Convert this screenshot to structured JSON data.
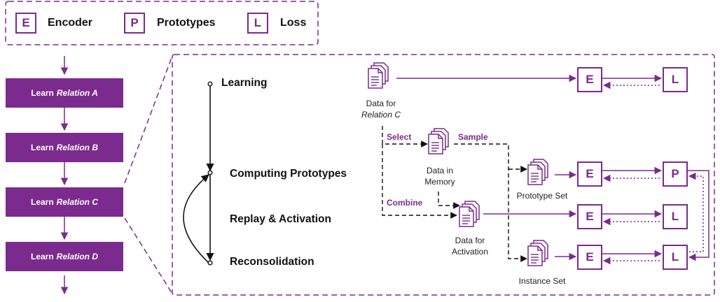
{
  "legend": [
    {
      "letter": "E",
      "label": "Encoder"
    },
    {
      "letter": "P",
      "label": "Prototypes"
    },
    {
      "letter": "L",
      "label": "Loss"
    }
  ],
  "steps": [
    {
      "prefix": "Learn",
      "relation": "Relation A"
    },
    {
      "prefix": "Learn",
      "relation": "Relation B"
    },
    {
      "prefix": "Learn",
      "relation": "Relation C"
    },
    {
      "prefix": "Learn",
      "relation": "Relation D"
    }
  ],
  "phases": {
    "learning": "Learning",
    "computing": "Computing Prototypes",
    "replay": "Replay & Activation",
    "reconsolidation": "Reconsolidation"
  },
  "data": {
    "data_for": "Data for",
    "relation_c": "Relation C",
    "memory_line1": "Data in",
    "memory_line2": "Memory",
    "activation_line1": "Data for",
    "activation_line2": "Activation",
    "prototype_set": "Prototype Set",
    "instance_set": "Instance Set"
  },
  "flow": {
    "select": "Select",
    "sample": "Sample",
    "combine": "Combine"
  },
  "nodes": {
    "encoder": "E",
    "prototypes": "P",
    "loss": "L"
  },
  "colors": {
    "accent": "#7b2a8e",
    "text": "#111111",
    "background": "#ffffff"
  }
}
